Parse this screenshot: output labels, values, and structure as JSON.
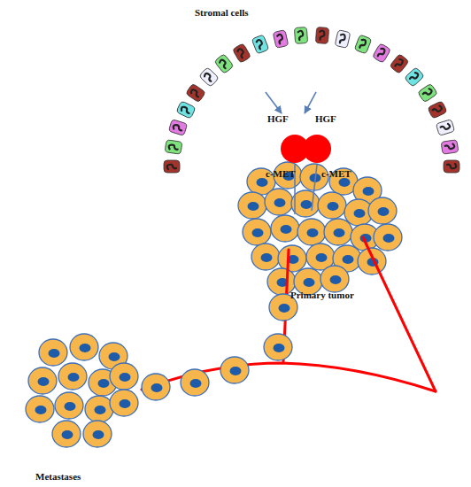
{
  "diagram": {
    "nodes": [
      {
        "text": [
          "Stromal cells"
        ]
      },
      {
        "text": [
          "HGF"
        ]
      },
      {
        "text": [
          "HGF"
        ]
      },
      {
        "text": [
          "Primary tumor"
        ]
      },
      {
        "text": [
          "Metastases"
        ]
      }
    ],
    "edges": [
      {
        "from": 0,
        "to": 1,
        "arrow": "to"
      },
      {
        "from": 0,
        "to": 2,
        "arrow": "to"
      },
      {
        "from": 1,
        "to": 3,
        "label": "c-MET",
        "arrow": "none"
      },
      {
        "from": 2,
        "to": 3,
        "label": "c-MET",
        "arrow": "none"
      }
    ]
  }
}
